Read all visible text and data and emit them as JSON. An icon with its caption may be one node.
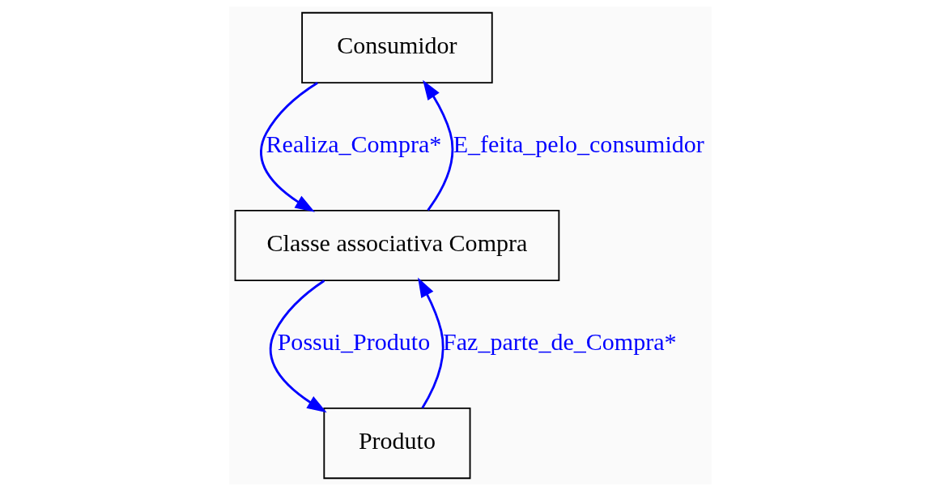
{
  "diagram": {
    "nodes": [
      {
        "text": [
          "Consumidor"
        ]
      },
      {
        "text": [
          "Classe associativa Compra"
        ]
      },
      {
        "text": [
          "Produto"
        ]
      }
    ],
    "edges": [
      {
        "from": 0,
        "to": 1,
        "arrow": "to",
        "label": "Realiza_Compra*"
      },
      {
        "from": 1,
        "to": 0,
        "arrow": "to",
        "label": "E_feita_pelo_consumidor"
      },
      {
        "from": 1,
        "to": 2,
        "arrow": "to",
        "label": "Possui_Produto"
      },
      {
        "from": 2,
        "to": 1,
        "arrow": "to",
        "label": "Faz_parte_de_Compra*"
      }
    ]
  }
}
